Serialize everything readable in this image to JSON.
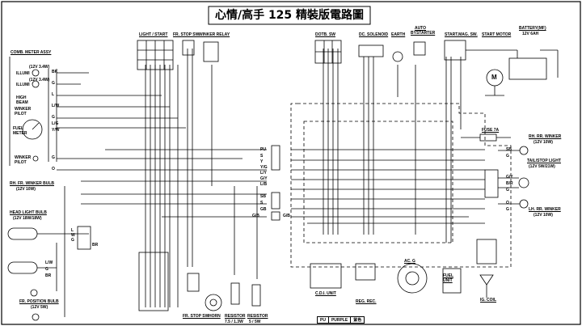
{
  "title": "心情/高手 125 精裝版電路圖",
  "components": {
    "comb_meter": "COMB. METER ASSY",
    "meter_lamp_1": "(12V 3.4W)",
    "meter_lamp_2": "(12V 3.4W)",
    "illum_1": "ILLUMI",
    "illum_2": "ILLUMI",
    "high_beam": "HIGH BEAM",
    "winker_pilot_top": "WINKER PILOT",
    "fuel_meter": "FUEL METER",
    "winker_pilot_bottom": "WINKER PILOT",
    "light_start": "LIGHT / START",
    "fr_stop_sw_top": "FR. STOP SW.",
    "winker_relay": "WINKER RELAY",
    "dotb_sw": "DOTB. SW",
    "dc_solenoid": "DC. SOLENOID",
    "earth": "EARTH",
    "auto_bystarter": "AUTO BYSTARTER",
    "start_mag_sw": "START.MAG. SW.",
    "start_motor": "START MOTOR",
    "battery": "BATTERY(MF)",
    "battery_spec": "12V 6AH",
    "fuse": "FUSE 7A",
    "rh_rr_winker": "RH. RR. WINKER",
    "rh_rr_winker_spec": "(12V 10W)",
    "tail_stop_light": "TAIL/STOP LIGHT",
    "tail_stop_spec": "(12V 5W/21W)",
    "lh_rr_winker": "LH. RR. WINKER",
    "lh_rr_winker_spec": "(12V 10W)",
    "rh_fr_winker": "RH. FR. WINKER BULB",
    "rh_fr_winker_spec": "(12V 10W)",
    "head_light": "HEAD LIGHT BULB",
    "head_light_spec": "(12V 18W/18W)",
    "fr_position": "FR. POSITION BULB",
    "fr_position_spec": "(12V 5W)",
    "cdi_unit": "C.D.I. UNIT",
    "reg_rec": "REG. REC.",
    "ac_g": "AC. G",
    "fuel_unit": "FUEL UNIT",
    "ig_coil": "IG. COIL",
    "fr_stop_sw_bottom": "FR. STOP SW.",
    "horn": "HORN",
    "resistor_1": "RESISTOR",
    "resistor_1_spec": "7.5 / 1.3W",
    "resistor_2": "RESISTOR",
    "resistor_2_spec": "5 / 5W",
    "motor_symbol": "M"
  },
  "wire_labels": {
    "meter": [
      "BK",
      "G",
      "L",
      "L/W",
      "G",
      "L/G",
      "Y/W",
      "G",
      "O"
    ],
    "middle": [
      "PU",
      "S",
      "Y",
      "Y/G",
      "L/Y",
      "G/Y",
      "L/B",
      "SB",
      "S",
      "GB",
      "G/B",
      "G/B"
    ],
    "headlight": [
      "L",
      "W",
      "G",
      "BR",
      "L/W",
      "G",
      "BR"
    ],
    "rear": [
      "SB",
      "G",
      "G/Y",
      "B/R",
      "G",
      "O",
      "G"
    ]
  },
  "legend_table": {
    "row": [
      "PU",
      "PURPLE",
      "紫色"
    ]
  }
}
